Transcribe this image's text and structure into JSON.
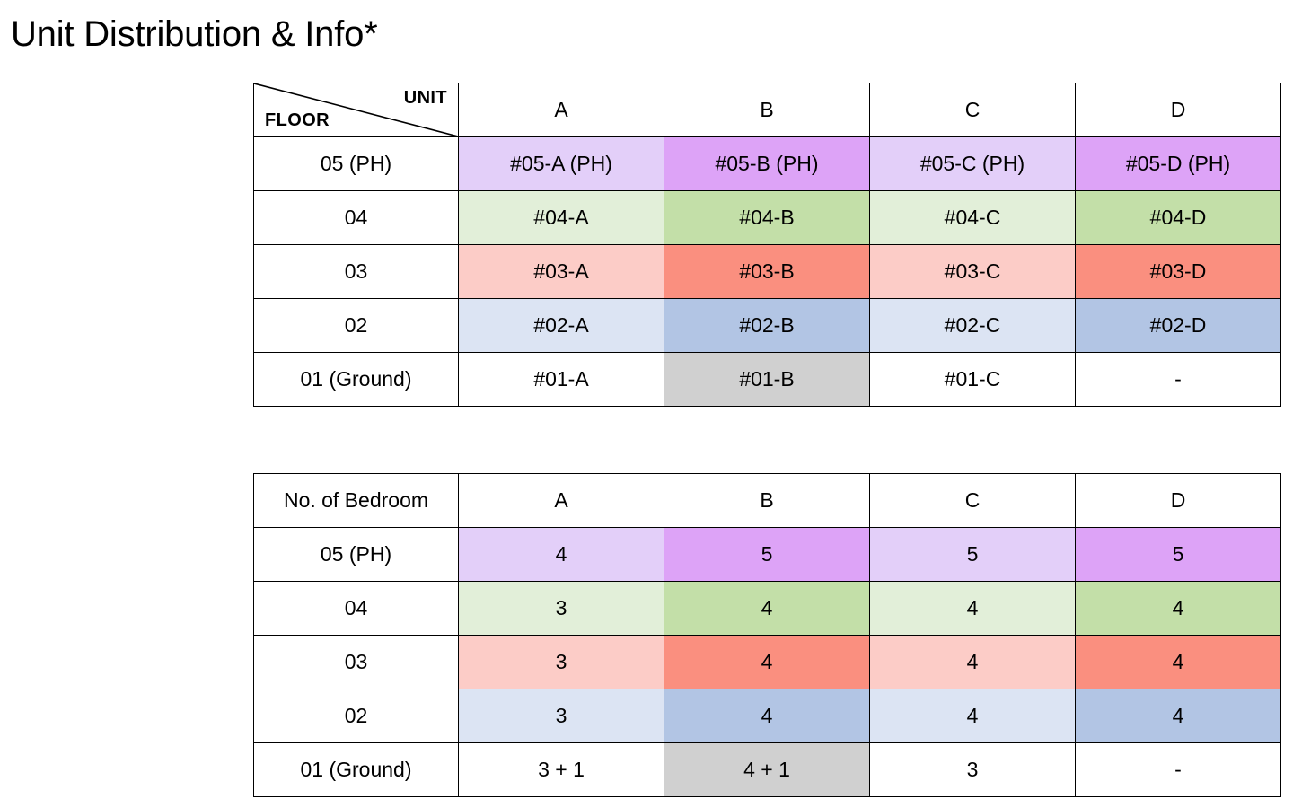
{
  "page": {
    "title": "Unit Distribution & Info*"
  },
  "palette": {
    "purple_light": "#E3CFF9",
    "purple_dark": "#DDA3F7",
    "green_light": "#E2EFD9",
    "green_dark": "#C3DFA8",
    "pink_light": "#FCCCC7",
    "pink_dark": "#FA8F7F",
    "blue_light": "#DCE4F3",
    "blue_dark": "#B2C5E4",
    "gray": "#D0D0D0",
    "white": "#FFFFFF",
    "border": "#000000",
    "text": "#000000"
  },
  "unit_table": {
    "corner": {
      "top_right_label": "UNIT",
      "bottom_left_label": "FLOOR",
      "divider": "diagonal-line"
    },
    "columns": [
      "A",
      "B",
      "C",
      "D"
    ],
    "rows": [
      {
        "floor": "05 (PH)",
        "cells": [
          {
            "text": "#05-A (PH)",
            "fill": "purple_light"
          },
          {
            "text": "#05-B (PH)",
            "fill": "purple_dark"
          },
          {
            "text": "#05-C (PH)",
            "fill": "purple_light"
          },
          {
            "text": "#05-D (PH)",
            "fill": "purple_dark"
          }
        ]
      },
      {
        "floor": "04",
        "cells": [
          {
            "text": "#04-A",
            "fill": "green_light"
          },
          {
            "text": "#04-B",
            "fill": "green_dark"
          },
          {
            "text": "#04-C",
            "fill": "green_light"
          },
          {
            "text": "#04-D",
            "fill": "green_dark"
          }
        ]
      },
      {
        "floor": "03",
        "cells": [
          {
            "text": "#03-A",
            "fill": "pink_light"
          },
          {
            "text": "#03-B",
            "fill": "pink_dark"
          },
          {
            "text": "#03-C",
            "fill": "pink_light"
          },
          {
            "text": "#03-D",
            "fill": "pink_dark"
          }
        ]
      },
      {
        "floor": "02",
        "cells": [
          {
            "text": "#02-A",
            "fill": "blue_light"
          },
          {
            "text": "#02-B",
            "fill": "blue_dark"
          },
          {
            "text": "#02-C",
            "fill": "blue_light"
          },
          {
            "text": "#02-D",
            "fill": "blue_dark"
          }
        ]
      },
      {
        "floor": "01 (Ground)",
        "cells": [
          {
            "text": "#01-A",
            "fill": "white"
          },
          {
            "text": "#01-B",
            "fill": "gray"
          },
          {
            "text": "#01-C",
            "fill": "white"
          },
          {
            "text": "-",
            "fill": "white"
          }
        ]
      }
    ]
  },
  "bedroom_table": {
    "corner": {
      "label": "No. of Bedroom"
    },
    "columns": [
      "A",
      "B",
      "C",
      "D"
    ],
    "rows": [
      {
        "floor": "05 (PH)",
        "cells": [
          {
            "text": "4",
            "fill": "purple_light"
          },
          {
            "text": "5",
            "fill": "purple_dark"
          },
          {
            "text": "5",
            "fill": "purple_light"
          },
          {
            "text": "5",
            "fill": "purple_dark"
          }
        ]
      },
      {
        "floor": "04",
        "cells": [
          {
            "text": "3",
            "fill": "green_light"
          },
          {
            "text": "4",
            "fill": "green_dark"
          },
          {
            "text": "4",
            "fill": "green_light"
          },
          {
            "text": "4",
            "fill": "green_dark"
          }
        ]
      },
      {
        "floor": "03",
        "cells": [
          {
            "text": "3",
            "fill": "pink_light"
          },
          {
            "text": "4",
            "fill": "pink_dark"
          },
          {
            "text": "4",
            "fill": "pink_light"
          },
          {
            "text": "4",
            "fill": "pink_dark"
          }
        ]
      },
      {
        "floor": "02",
        "cells": [
          {
            "text": "3",
            "fill": "blue_light"
          },
          {
            "text": "4",
            "fill": "blue_dark"
          },
          {
            "text": "4",
            "fill": "blue_light"
          },
          {
            "text": "4",
            "fill": "blue_dark"
          }
        ]
      },
      {
        "floor": "01 (Ground)",
        "cells": [
          {
            "text": "3 + 1",
            "fill": "white"
          },
          {
            "text": "4 + 1",
            "fill": "gray"
          },
          {
            "text": "3",
            "fill": "white"
          },
          {
            "text": "-",
            "fill": "white"
          }
        ]
      }
    ]
  }
}
